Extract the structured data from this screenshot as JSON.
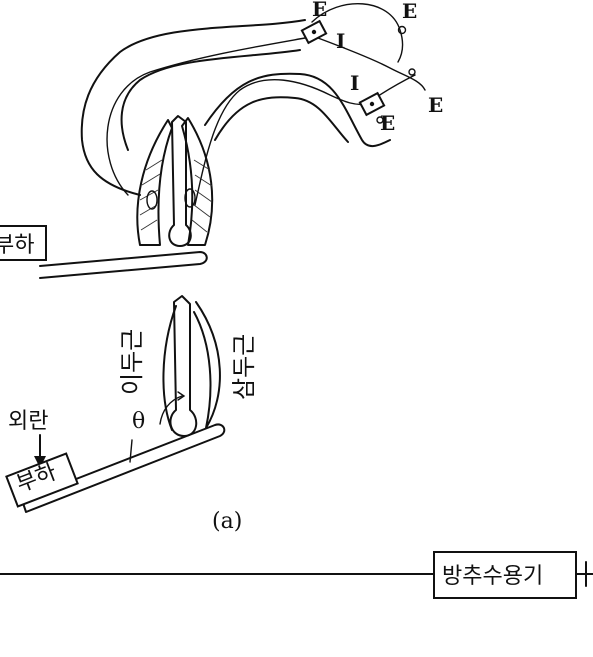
{
  "labels": {
    "e_top_left": "E",
    "e_top_right": "E",
    "i_upper": "I",
    "i_lower": "I",
    "e_lower_mid": "E",
    "e_lower_right": "E",
    "load_top": "부하",
    "biceps": "이두근",
    "triceps": "삼두근",
    "theta": "θ",
    "external_force": "외란",
    "load_bottom": "부하",
    "figure_caption": "(a)",
    "spindle_receptor": "방추수용기"
  },
  "colors": {
    "ink": "#111111",
    "paper": "#ffffff"
  }
}
